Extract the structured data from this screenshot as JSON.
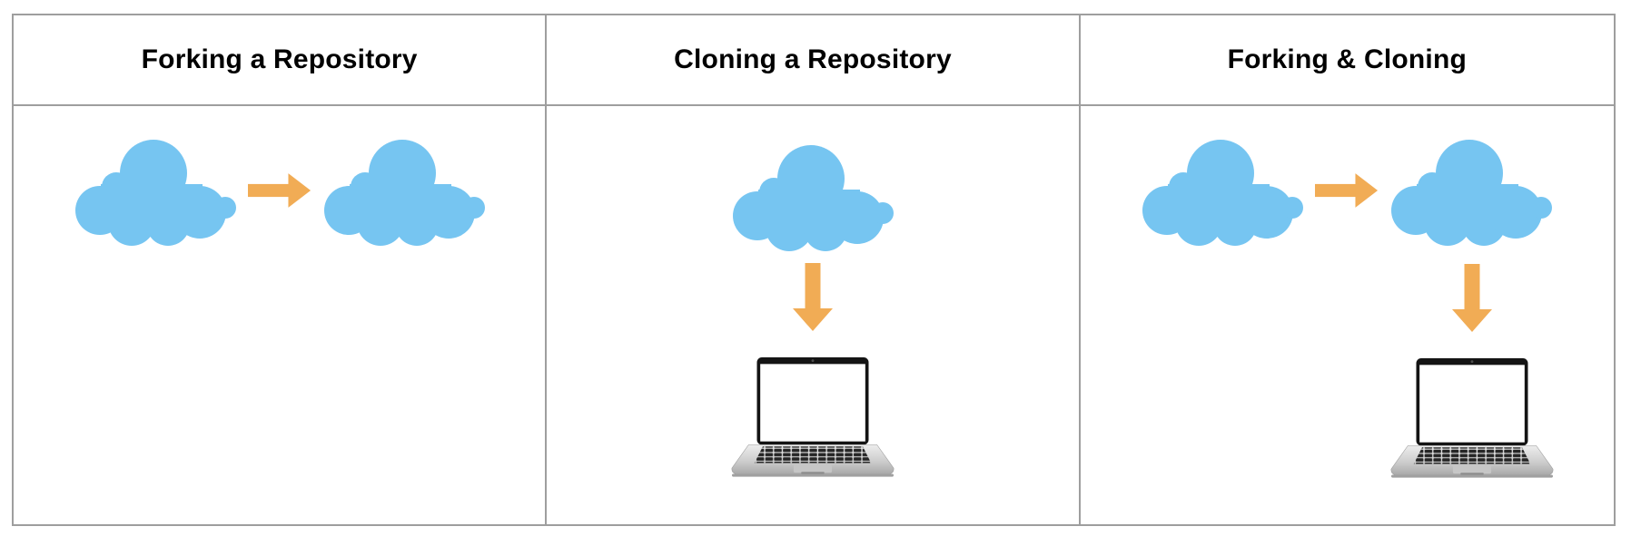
{
  "diagram": {
    "columns": [
      {
        "title": "Forking a Repository",
        "icons": [
          "cloud-icon",
          "arrow-right-icon",
          "cloud-icon"
        ]
      },
      {
        "title": "Cloning a Repository",
        "icons": [
          "cloud-icon",
          "arrow-down-icon",
          "laptop-icon"
        ]
      },
      {
        "title": "Forking & Cloning",
        "icons": [
          "cloud-icon",
          "arrow-right-icon",
          "cloud-icon",
          "arrow-down-icon",
          "laptop-icon"
        ]
      }
    ]
  },
  "colors": {
    "cloud_blue": "#76C5F1",
    "arrow_orange": "#F1AC55",
    "grid_border_gray": "#9E9E9E",
    "header_text": "#000000",
    "background": "#FFFFFF"
  }
}
